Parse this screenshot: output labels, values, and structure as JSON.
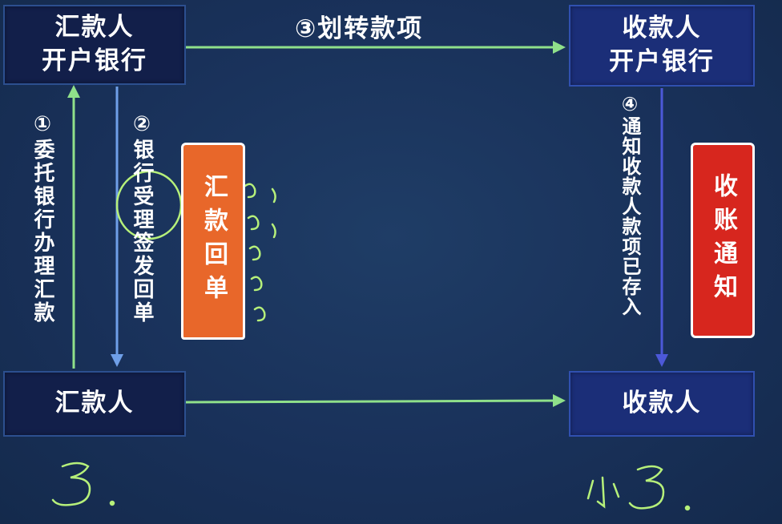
{
  "nodes": {
    "remitter_bank": [
      "汇款人",
      "开户银行"
    ],
    "payee_bank": [
      "收款人",
      "开户银行"
    ],
    "remitter": "汇款人",
    "payee": "收款人"
  },
  "arrows": {
    "step1": "①委托银行办理汇款",
    "step2": "②银行受理签发回单",
    "step3": "③划转款项",
    "step4": "④通知收款人款项已存入"
  },
  "tags": {
    "remit_receipt": "汇款回单",
    "receipt_notice": "收账通知"
  },
  "colors": {
    "arrow_green": "#8fe08a",
    "arrow_blue": "#6f9fe8",
    "arrow_navy": "#4c58d8",
    "tag_orange": "#e8672a",
    "tag_red": "#d7261e",
    "handwriting": "#b6f07a"
  }
}
